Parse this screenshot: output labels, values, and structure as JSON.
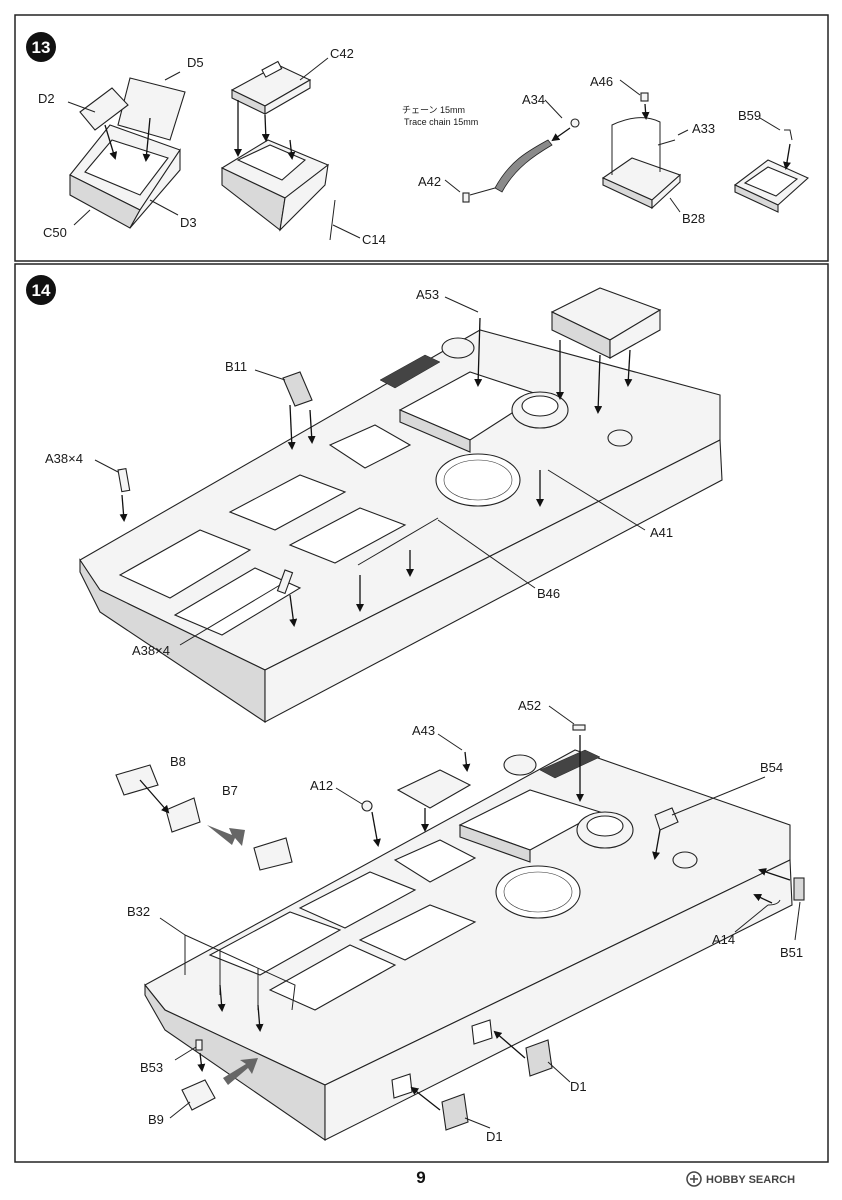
{
  "page_number": "9",
  "steps": [
    {
      "number": "13",
      "callouts": [
        "D5",
        "D2",
        "C50",
        "D3",
        "C42",
        "C14",
        "A34",
        "A42",
        "A46",
        "A33",
        "B28",
        "B59"
      ],
      "note_ja": "チェーン 15mm",
      "note_en": "Trace chain 15mm"
    },
    {
      "number": "14",
      "callouts_top": [
        "A53",
        "B11",
        "A38×4",
        "A41",
        "B46",
        "A38×4"
      ],
      "callouts_bottom": [
        "A52",
        "A43",
        "B8",
        "A12",
        "B7",
        "B54",
        "B32",
        "A14",
        "B51",
        "B53",
        "D1",
        "B9",
        "D1"
      ]
    }
  ],
  "footer": {
    "brand": "HOBBY SEARCH",
    "brand_icon": "hobbysearch-logo-icon"
  }
}
